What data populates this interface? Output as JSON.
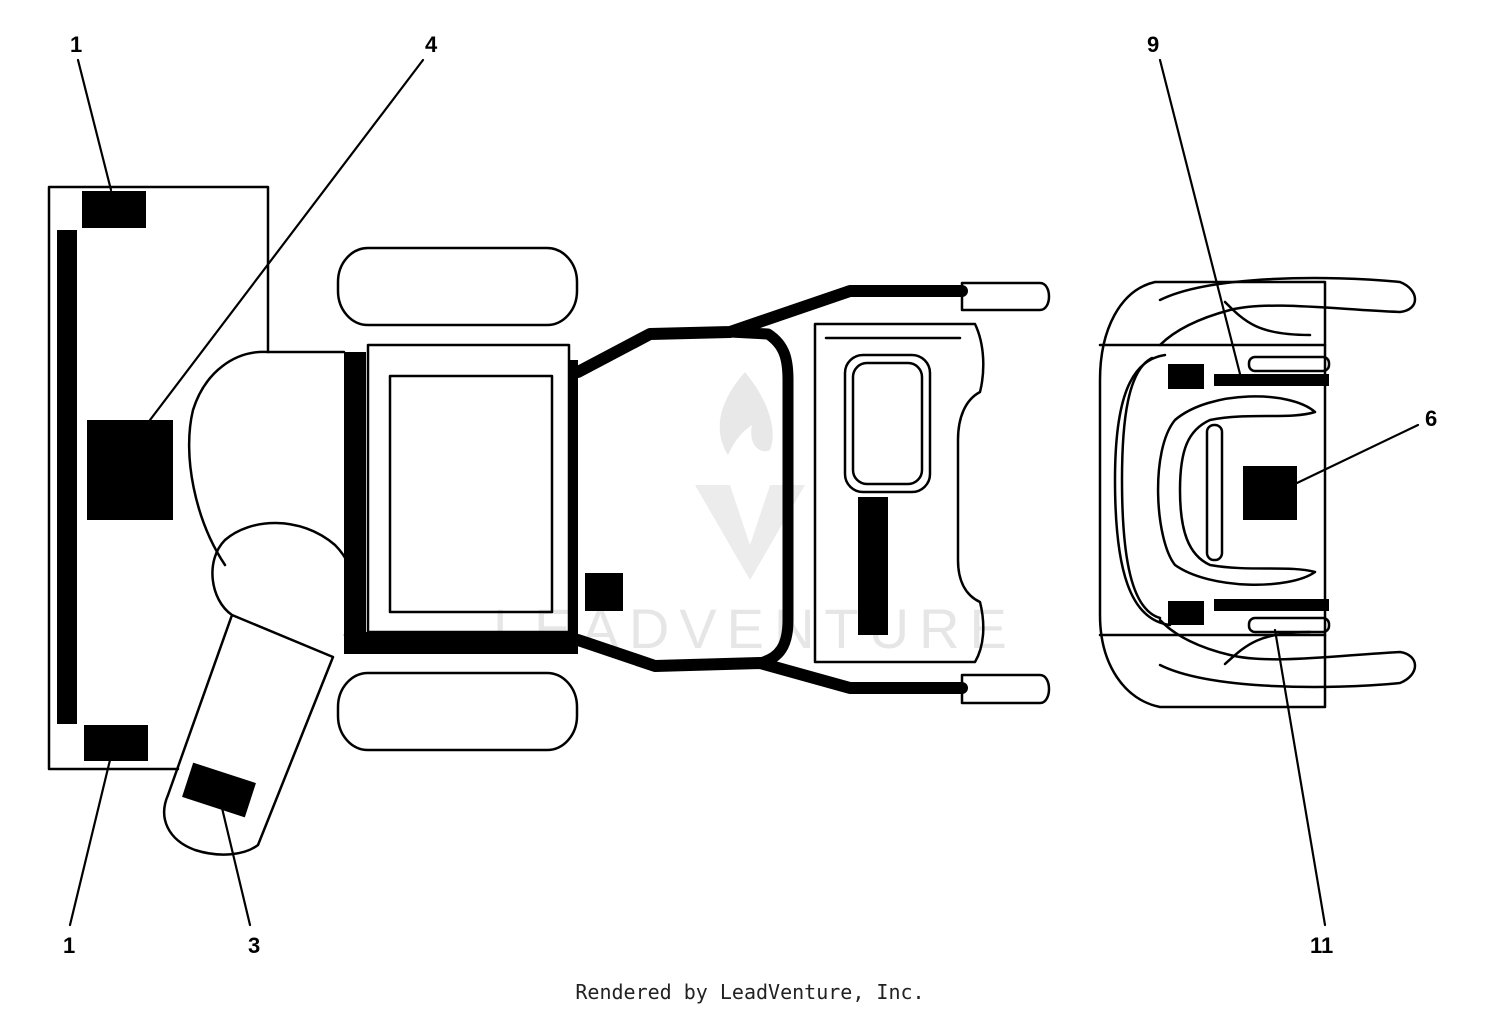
{
  "colors": {
    "ink": "#000000",
    "paper": "#ffffff",
    "watermark": "#e6e6e6"
  },
  "callouts": {
    "c1_top": "1",
    "c4": "4",
    "c9": "9",
    "c6": "6",
    "c1_bottom": "1",
    "c3": "3",
    "c11": "11"
  },
  "watermark_text": "LEADVENTURE",
  "footer_text": "Rendered by LeadVenture, Inc."
}
